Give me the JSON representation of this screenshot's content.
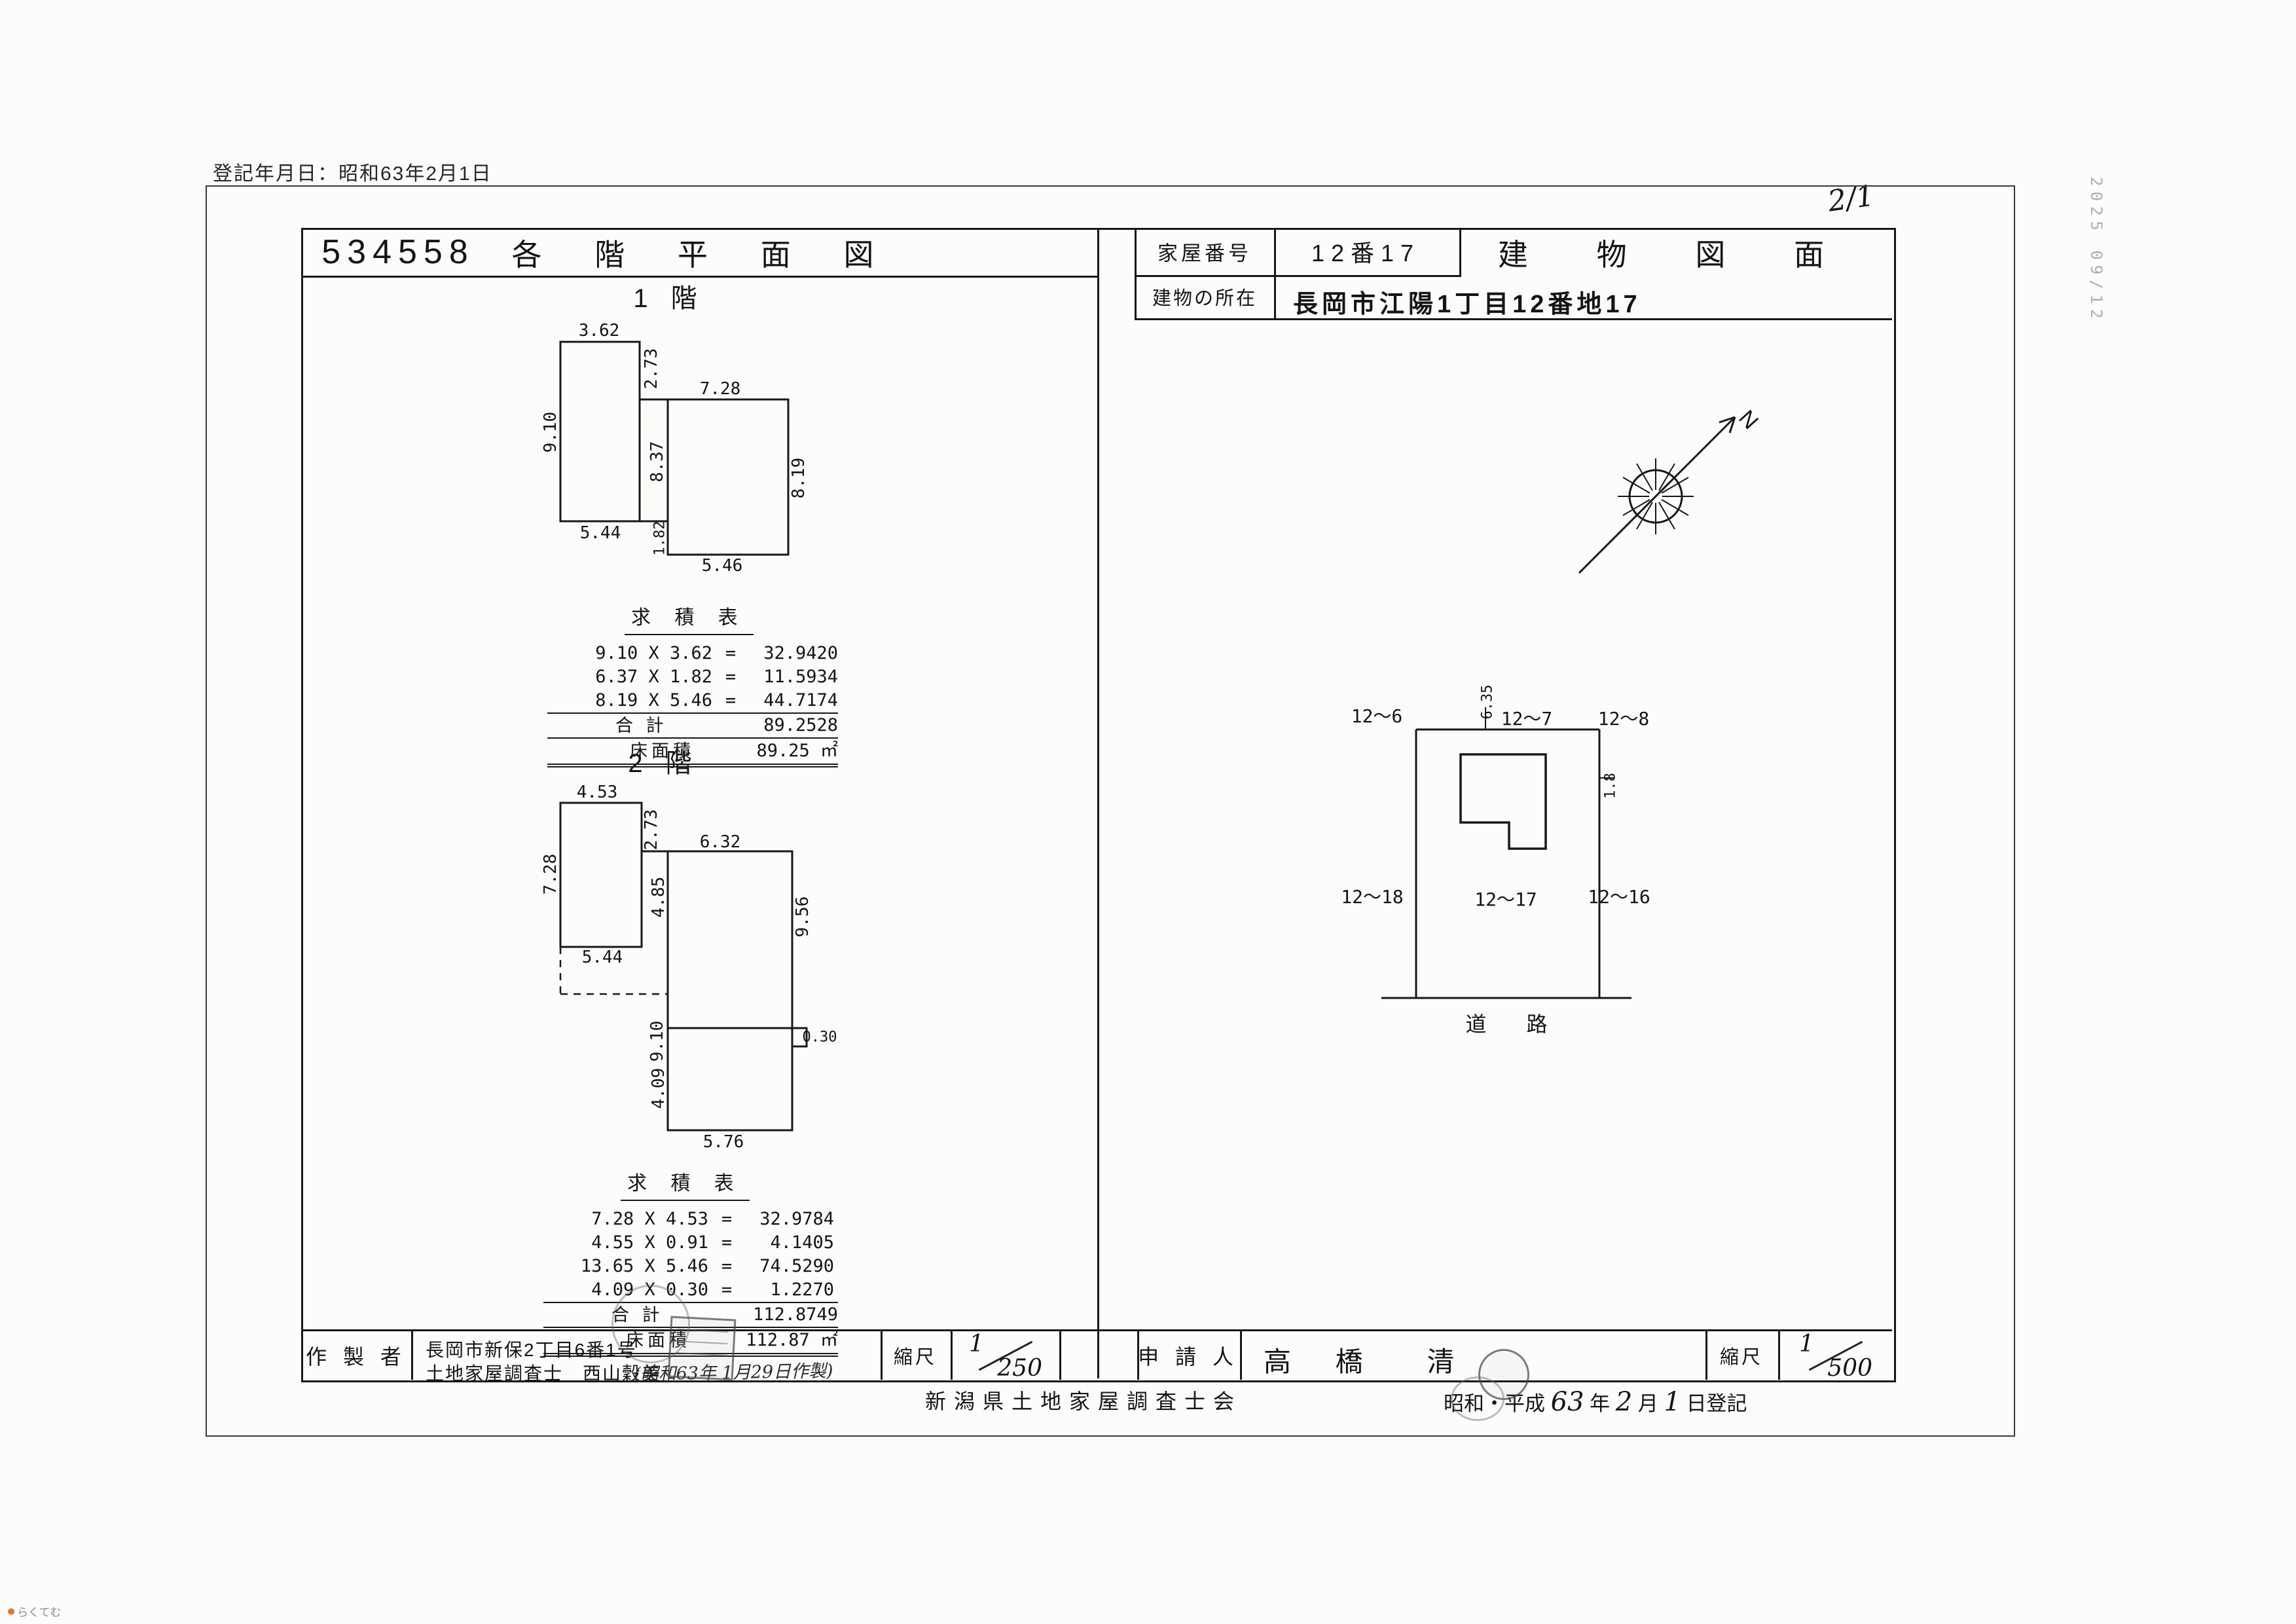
{
  "meta": {
    "reg_note": "登記年月日：昭和63年2月1日",
    "page_no": "2/1",
    "edge_note": "2025 09/12",
    "watermark": "らくてむ"
  },
  "header": {
    "doc_number": "534558",
    "left_title": "各 階 平 面 図",
    "house_no_label": "家屋番号",
    "house_no_value": "12番17",
    "right_title": "建 物 図 面",
    "location_label": "建物の所在",
    "location_value": "長岡市江陽1丁目12番地17"
  },
  "floor1": {
    "label": "1 階",
    "dims": [
      "3.62",
      "2.73",
      "9.10",
      "5.44",
      "7.28",
      "8.37",
      "8.19",
      "1.82",
      "5.46"
    ],
    "table": {
      "title": "求 積 表",
      "rows": [
        {
          "expr": "9.10 X 3.62",
          "eq": "=",
          "val": "32.9420"
        },
        {
          "expr": "6.37 X 1.82",
          "eq": "=",
          "val": "11.5934"
        },
        {
          "expr": "8.19 X 5.46",
          "eq": "=",
          "val": "44.7174"
        }
      ],
      "total_label": "合 計",
      "total_val": "89.2528",
      "area_label": "床面積",
      "area_val": "89.25 ㎡"
    }
  },
  "floor2": {
    "label": "2 階",
    "dims": [
      "4.53",
      "2.73",
      "7.28",
      "6.32",
      "4.85",
      "5.44",
      "9.56",
      "9.10",
      "0.30",
      "4.09",
      "5.76"
    ],
    "table": {
      "title": "求 積 表",
      "rows": [
        {
          "expr": "7.28 X 4.53",
          "eq": "=",
          "val": "32.9784"
        },
        {
          "expr": "4.55 X 0.91",
          "eq": "=",
          "val": "4.1405"
        },
        {
          "expr": "13.65 X 5.46",
          "eq": "=",
          "val": "74.5290"
        },
        {
          "expr": "4.09 X 0.30",
          "eq": "=",
          "val": "1.2270"
        }
      ],
      "total_label": "合 計",
      "total_val": "112.8749",
      "area_label": "床面積",
      "area_val": "112.87 ㎡"
    }
  },
  "site": {
    "north_label": "N",
    "lots": [
      "12〜6",
      "12〜7",
      "12〜8",
      "12〜18",
      "12〜17",
      "12〜16"
    ],
    "dim_top": "6.35",
    "dim_right": "1.8",
    "road": "道 路"
  },
  "footer": {
    "creator_label": "作 製 者",
    "creator_line1": "長岡市新保2丁目6番1号",
    "creator_line2": "土地家屋調査士　西山穀美",
    "creator_note": "(昭和63年 1月29日作製)",
    "scale_label_1": "縮尺",
    "scale1_num": "1",
    "scale1_den": "250",
    "applicant_label": "申 請 人",
    "applicant_name": "高 橋　清",
    "scale_label_2": "縮尺",
    "scale2_num": "1",
    "scale2_den": "500",
    "association": "新潟県土地家屋調査士会",
    "reg_prefix": "昭和・平成",
    "reg_year": "63",
    "reg_year_suffix": "年",
    "reg_month": "2",
    "reg_month_suffix": "月",
    "reg_day": "1",
    "reg_day_suffix": "日登記"
  }
}
